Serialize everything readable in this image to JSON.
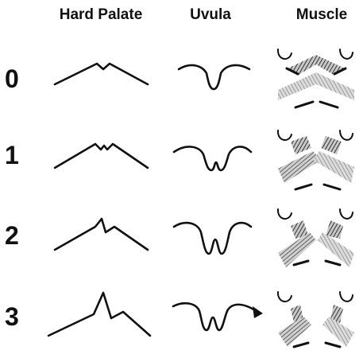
{
  "headers": {
    "hard_palate": "Hard Palate",
    "uvula": "Uvula",
    "muscle": "Muscle"
  },
  "grades": [
    "0",
    "1",
    "2",
    "3"
  ],
  "colors": {
    "line": "#111111",
    "muscle_hatch_dark": "#333333",
    "muscle_hatch_light": "#9a9a9a",
    "background": "#ffffff"
  }
}
